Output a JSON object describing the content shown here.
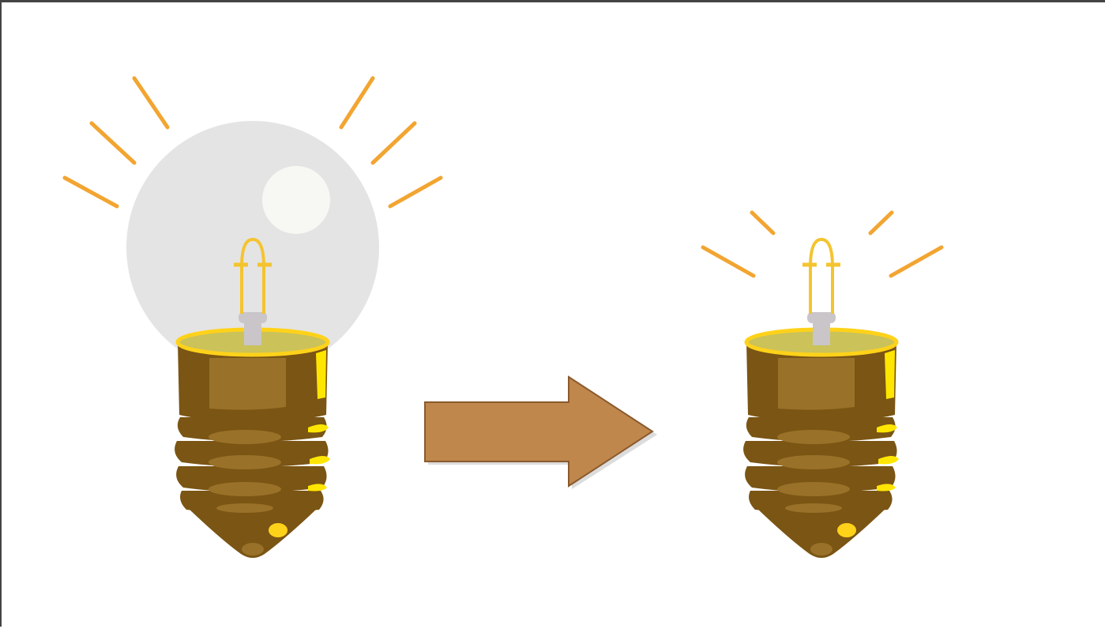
{
  "figure": {
    "description_items": [
      "bulb-with-glass",
      "arrow",
      "bulb-without-glass"
    ],
    "colors": {
      "glass": "#e4e4e4",
      "glass_highlight": "#f7f7f3",
      "light_rays": "#f2a531",
      "filament": "#f4c430",
      "filament_support": "#c9c5c9",
      "base_rim": "#ffd21a",
      "base_top": "#cbc25a",
      "base_dark": "#7a5514",
      "base_mid": "#9a7128",
      "base_highlight": "#a98a45",
      "thread_shine": "#ffe600",
      "arrow_fill": "#c0874d",
      "arrow_stroke": "#8a5a2c"
    }
  }
}
